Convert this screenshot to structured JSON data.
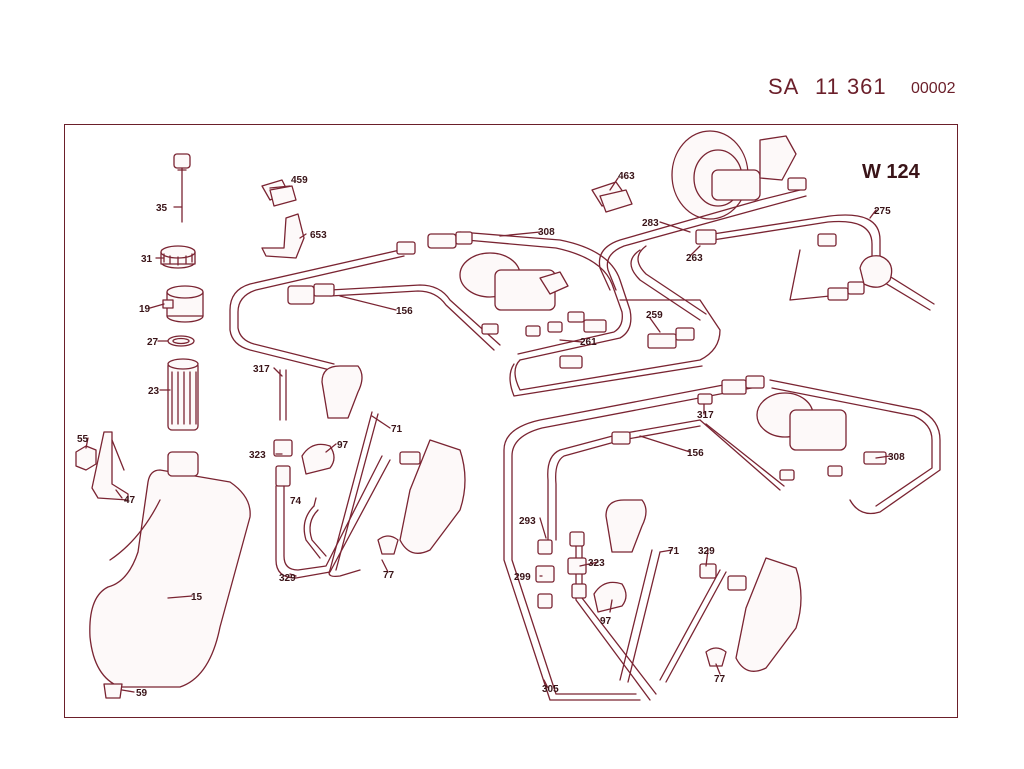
{
  "header": {
    "prefix": "SA",
    "number": "11 361",
    "sheet": "00002"
  },
  "model": "W 124",
  "callouts": {
    "c35": "35",
    "c31": "31",
    "c19": "19",
    "c27": "27",
    "c23": "23",
    "c55": "55",
    "c47": "47",
    "c15": "15",
    "c59": "59",
    "c459": "459",
    "c653": "653",
    "c317a": "317",
    "c323a": "323",
    "c74": "74",
    "c97a": "97",
    "c71a": "71",
    "c329a": "329",
    "c77a": "77",
    "c156a": "156",
    "c308a": "308",
    "c261": "261",
    "c259": "259",
    "c463": "463",
    "c283": "283",
    "c263": "263",
    "c275": "275",
    "c317b": "317",
    "c156b": "156",
    "c308b": "308",
    "c293": "293",
    "c299": "299",
    "c323b": "323",
    "c71b": "71",
    "c329b": "329",
    "c97b": "97",
    "c77b": "77",
    "c305": "305"
  }
}
